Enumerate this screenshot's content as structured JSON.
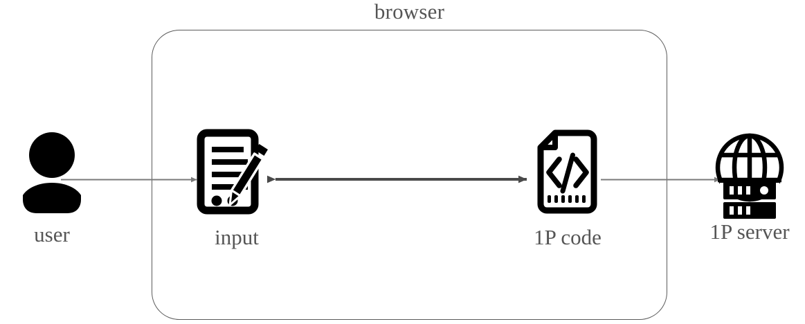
{
  "diagram": {
    "title_label": "browser",
    "boundary_name": "browser",
    "nodes": [
      {
        "id": "user",
        "label": "user",
        "icon": "user-icon"
      },
      {
        "id": "input",
        "label": "input",
        "icon": "form-pencil-icon"
      },
      {
        "id": "code",
        "label": "1P code",
        "icon": "code-document-icon"
      },
      {
        "id": "server",
        "label": "1P server",
        "icon": "globe-server-icon"
      }
    ],
    "edges": [
      {
        "id": "user-to-input",
        "from": "user",
        "to": "input",
        "direction": "forward",
        "style": "thin-gray-arrow"
      },
      {
        "id": "input-to-code",
        "from": "input",
        "to": "code",
        "direction": "bidirectional",
        "style": "thick-dark-double-arrow"
      },
      {
        "id": "code-to-server",
        "from": "code",
        "to": "server",
        "direction": "forward",
        "style": "thin-gray-arrow"
      }
    ],
    "colors": {
      "background": "#ffffff",
      "icon": "#000000",
      "label_text": "#555555",
      "boundary_stroke": "#5a5a5a",
      "edge_thin": "#7a7a7a",
      "edge_thick": "#4a4a4a"
    }
  }
}
